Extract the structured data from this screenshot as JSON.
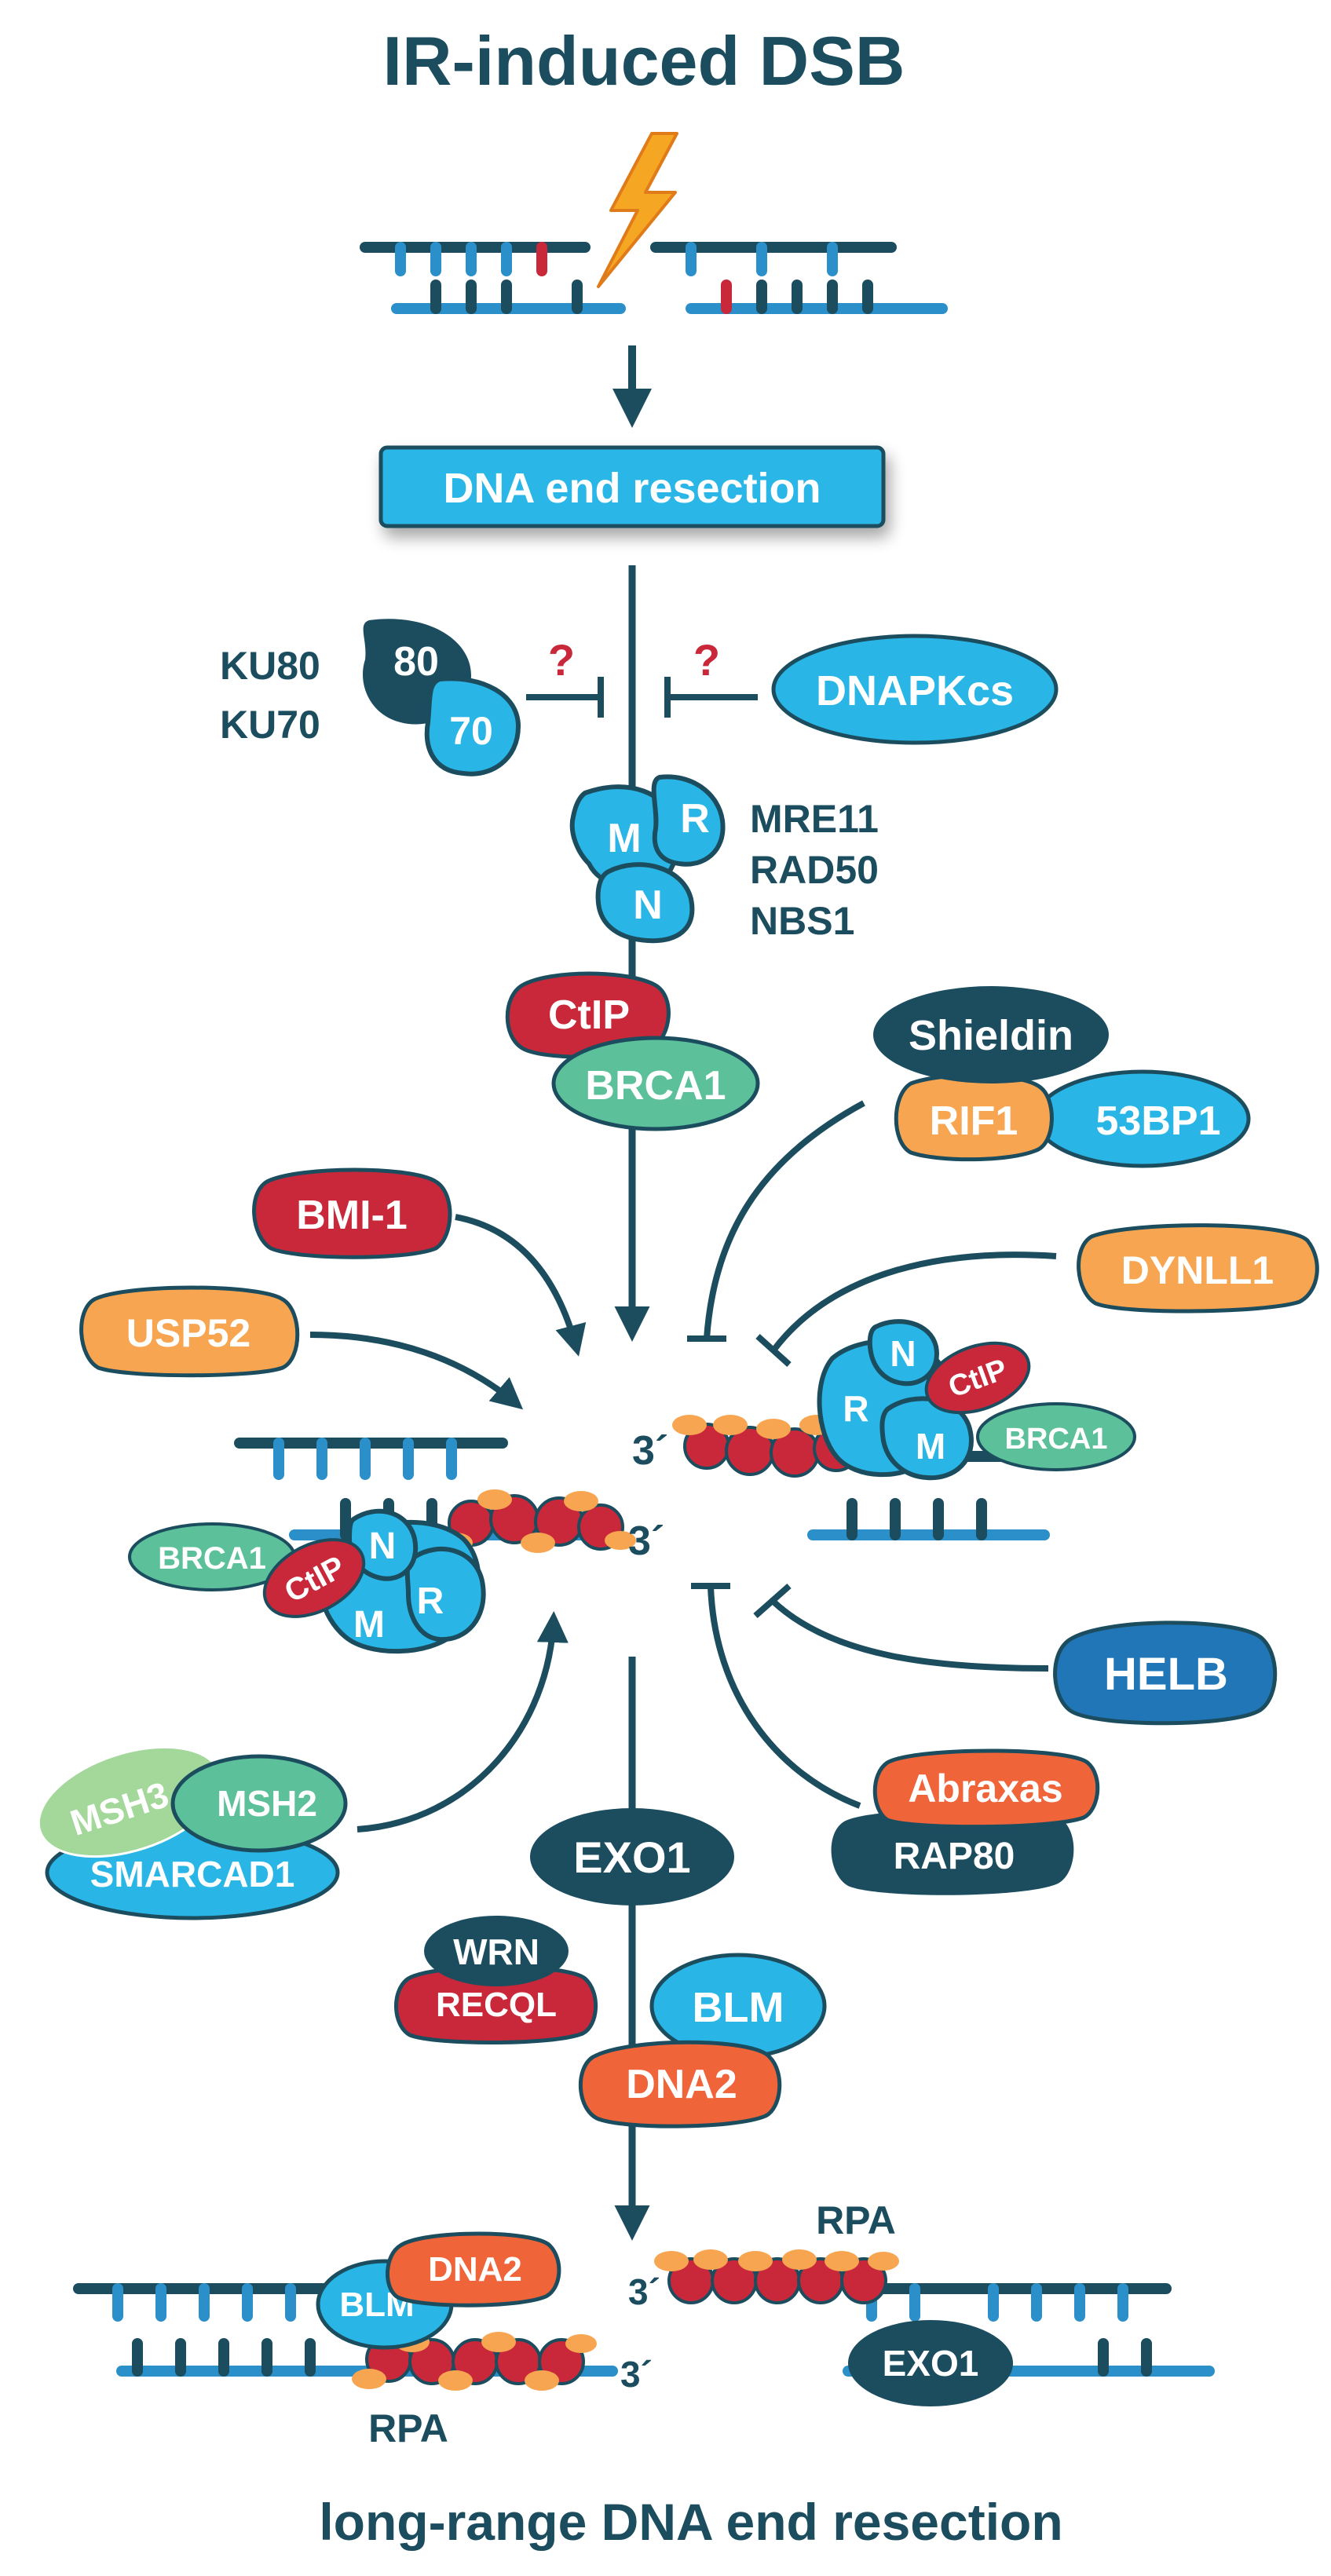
{
  "title": "IR-induced DSB",
  "footer": "long-range DNA end resection",
  "resection_box": "DNA end resection",
  "question_mark": "?",
  "ku": {
    "label_80": "KU80",
    "label_70": "KU70",
    "sub_80": "80",
    "sub_70": "70"
  },
  "dnapkcs": "DNAPKcs",
  "mrn": {
    "m": "M",
    "r": "R",
    "n": "N",
    "labels": [
      "MRE11",
      "RAD50",
      "NBS1"
    ]
  },
  "ctip": "CtIP",
  "brca1": "BRCA1",
  "shieldin": "Shieldin",
  "rif1": "RIF1",
  "bp53": "53BP1",
  "bmi1": "BMI-1",
  "usp52": "USP52",
  "dynll1": "DYNLL1",
  "helb": "HELB",
  "abraxas": "Abraxas",
  "rap80": "RAP80",
  "msh3": "MSH3",
  "msh2": "MSH2",
  "smarcad1": "SMARCAD1",
  "exo1": "EXO1",
  "wrn": "WRN",
  "recql": "RECQL",
  "blm": "BLM",
  "dna2": "DNA2",
  "rpa": "RPA",
  "three_prime": "3´",
  "colors": {
    "dark_teal": "#1b4d5f",
    "dna_blue": "#2b8fc9",
    "light_blue": "#29b6e6",
    "red": "#c8283a",
    "green": "#5cc19a",
    "light_green": "#a3d89a",
    "orange": "#f8a551",
    "orange_red": "#f0643a",
    "mid_blue": "#2176b8",
    "bolt": "#f5a623"
  }
}
